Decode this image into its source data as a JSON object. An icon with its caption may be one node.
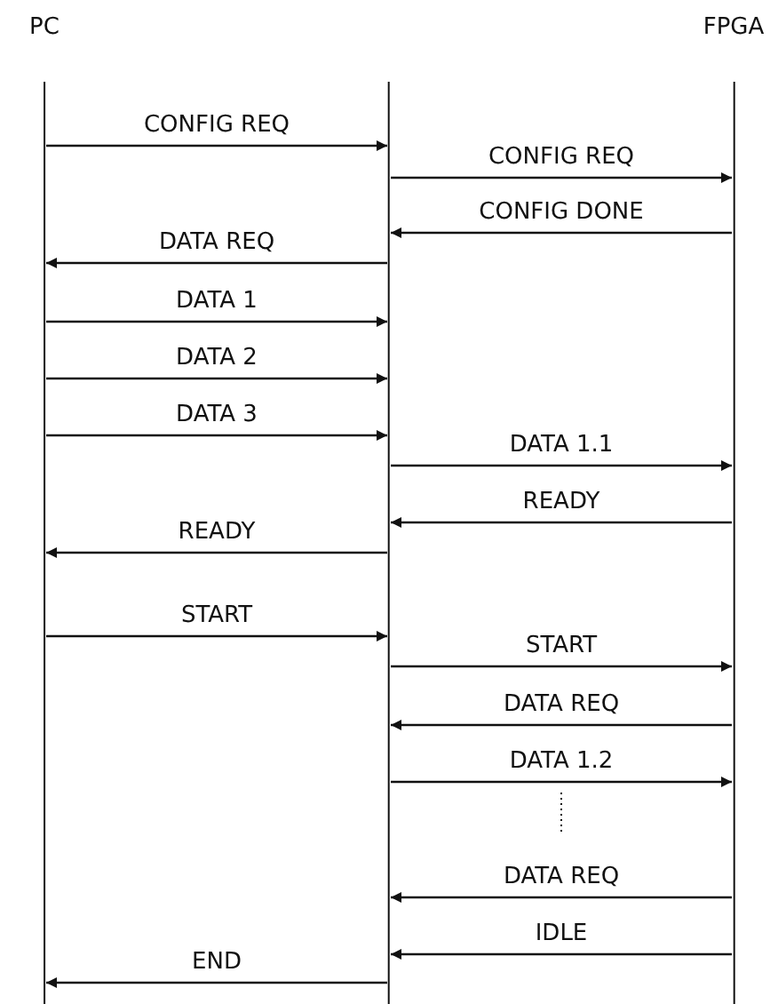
{
  "diagram": {
    "nodes": [
      {
        "text": [
          "PC"
        ]
      },
      {
        "text": [],
        "shape": "bar"
      },
      {
        "text": [
          "FPGA"
        ]
      }
    ],
    "edges": [
      {
        "from": 0,
        "to": 1,
        "arrow": "to",
        "label": "CONFIG REQ"
      },
      {
        "from": 1,
        "to": 2,
        "arrow": "to",
        "label": "CONFIG REQ"
      },
      {
        "from": 2,
        "to": 1,
        "arrow": "to",
        "label": "CONFIG DONE"
      },
      {
        "from": 1,
        "to": 0,
        "arrow": "to",
        "label": "DATA REQ"
      },
      {
        "from": 0,
        "to": 1,
        "arrow": "to",
        "label": "DATA 1"
      },
      {
        "from": 0,
        "to": 1,
        "arrow": "to",
        "label": "DATA 2"
      },
      {
        "from": 0,
        "to": 1,
        "arrow": "to",
        "label": "DATA 3"
      },
      {
        "from": 1,
        "to": 2,
        "arrow": "to",
        "label": "DATA 1.1"
      },
      {
        "from": 2,
        "to": 1,
        "arrow": "to",
        "label": "READY"
      },
      {
        "from": 1,
        "to": 0,
        "arrow": "to",
        "label": "READY"
      },
      {
        "from": 0,
        "to": 1,
        "arrow": "to",
        "label": "START"
      },
      {
        "from": 1,
        "to": 2,
        "arrow": "to",
        "label": "START"
      },
      {
        "from": 2,
        "to": 1,
        "arrow": "to",
        "label": "DATA REQ"
      },
      {
        "from": 1,
        "to": 2,
        "arrow": "to",
        "label": "DATA 1.2"
      },
      {
        "from": 2,
        "to": 1,
        "arrow": "to",
        "label": "DATA REQ"
      },
      {
        "from": 2,
        "to": 1,
        "arrow": "to",
        "label": "IDLE"
      },
      {
        "from": 1,
        "to": 0,
        "arrow": "to",
        "label": "END"
      }
    ]
  }
}
